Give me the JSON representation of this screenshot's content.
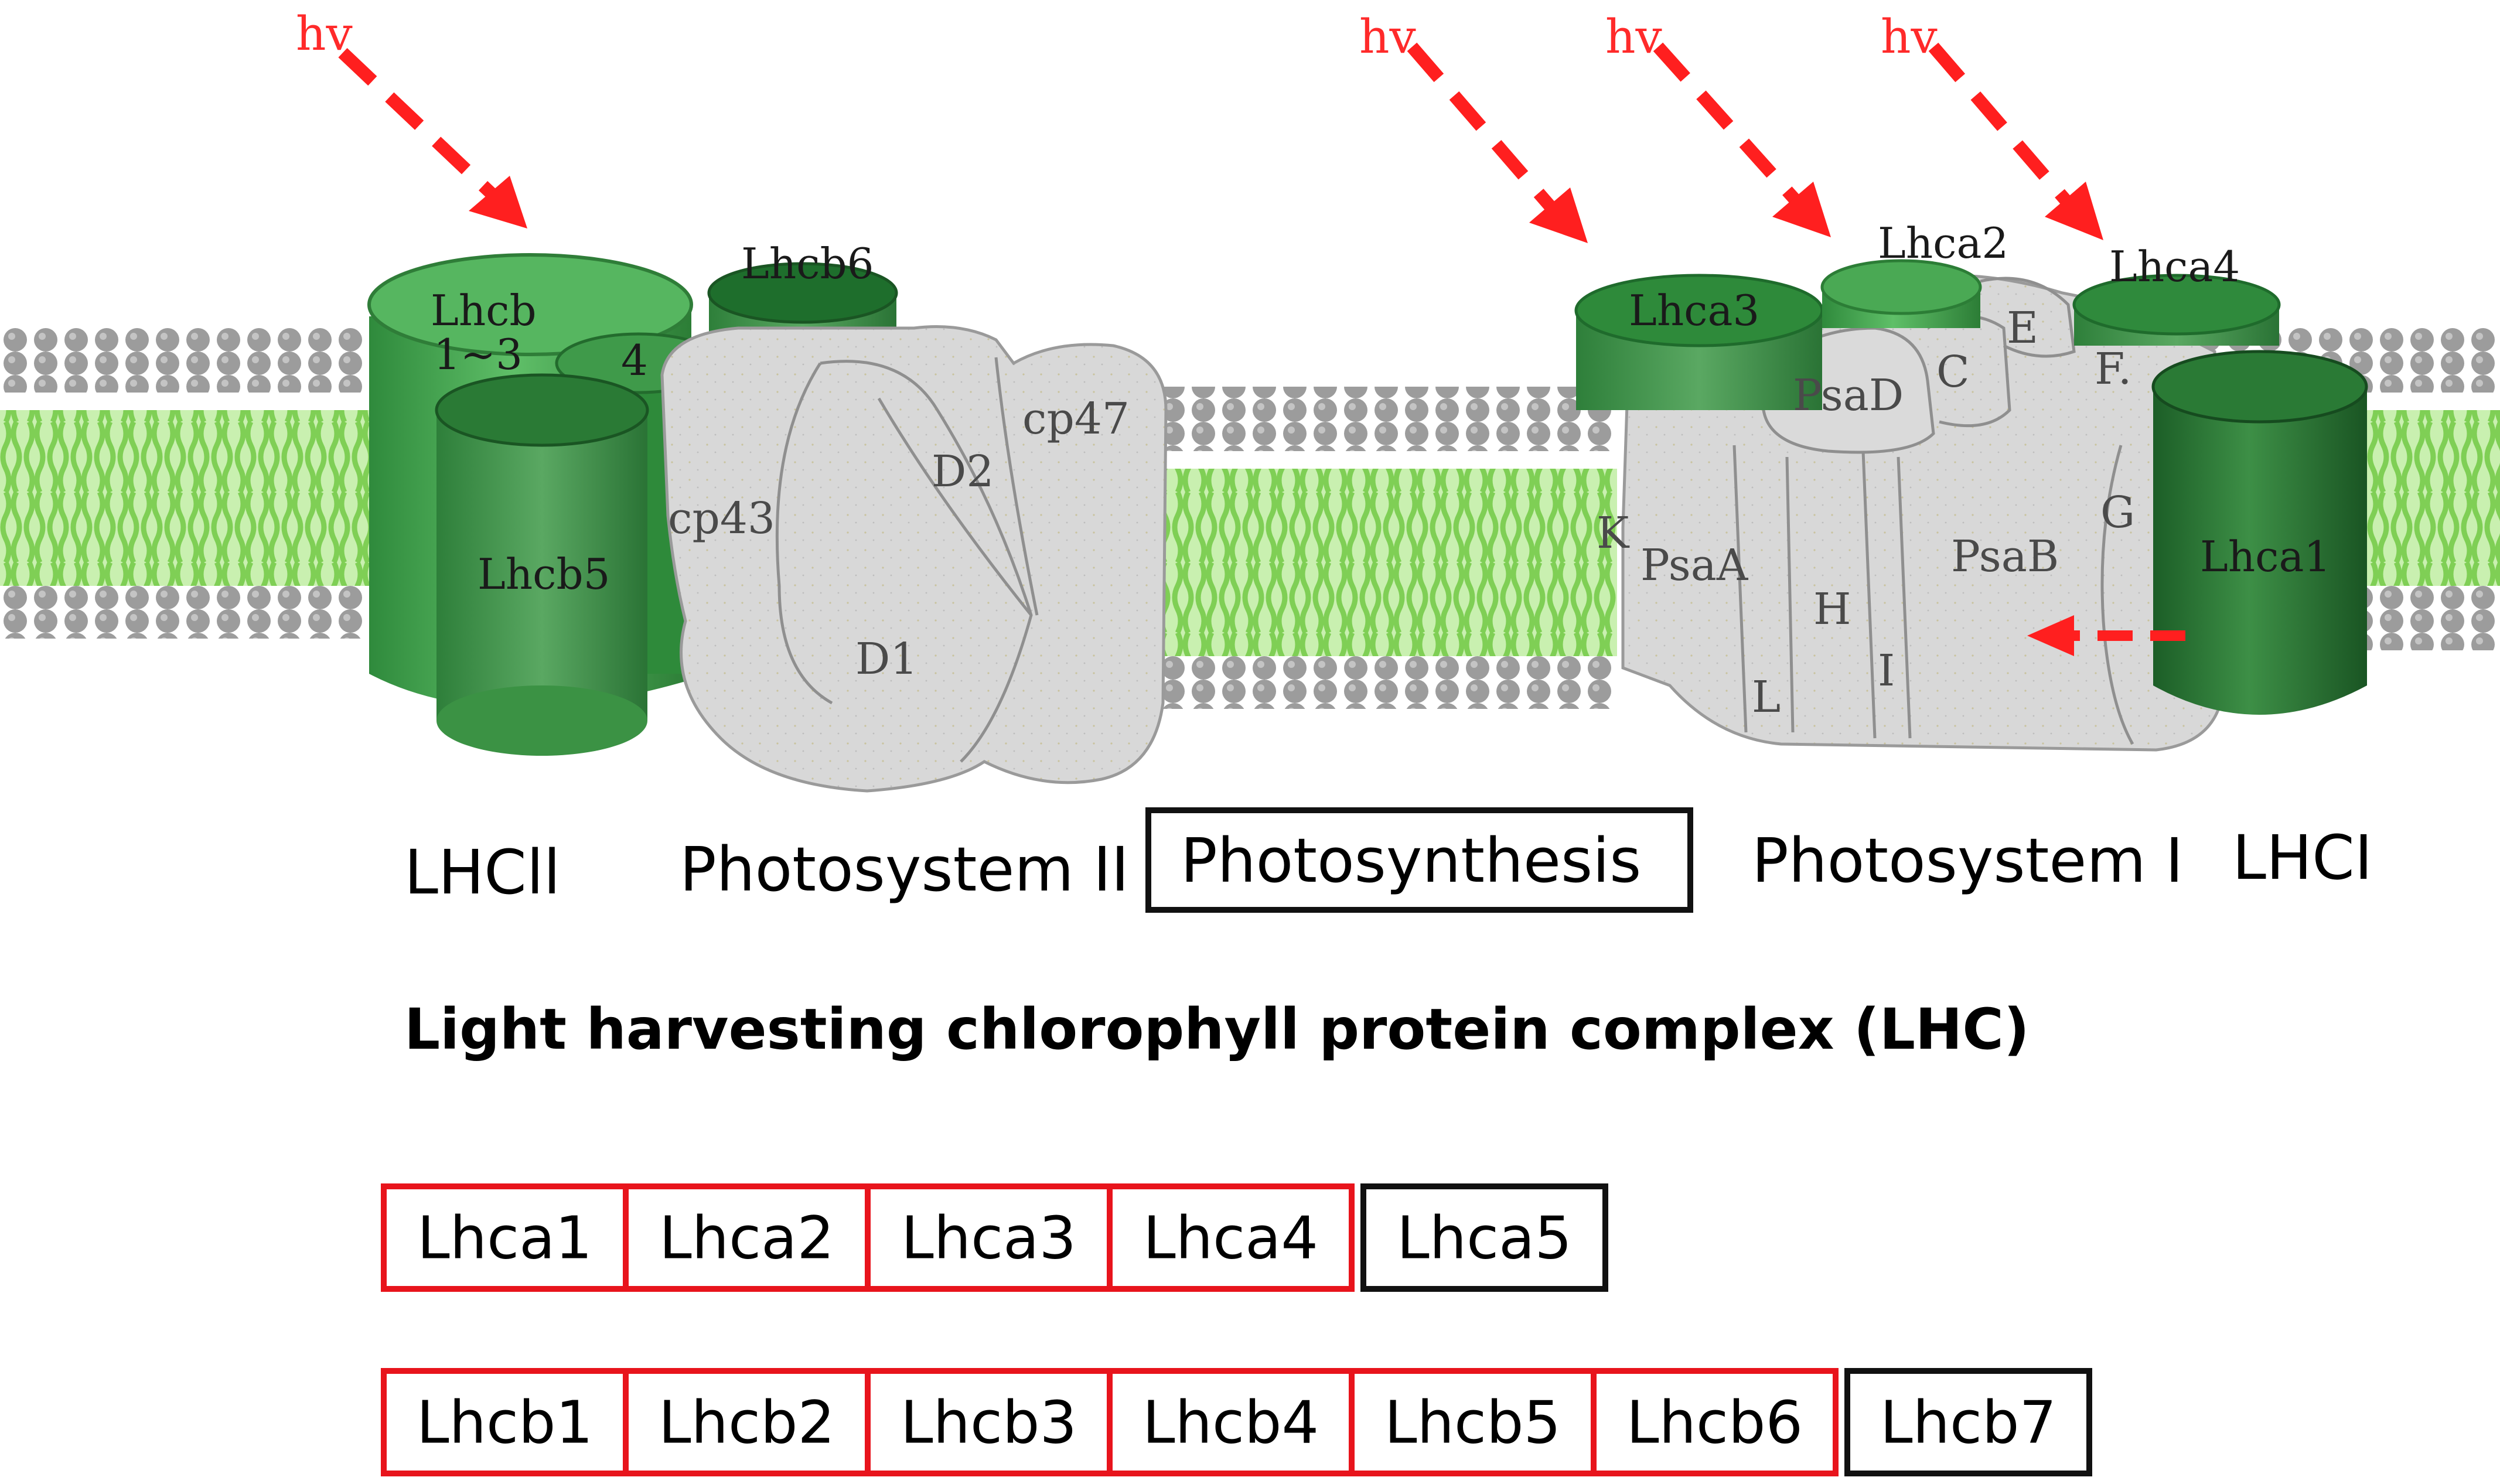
{
  "membrane_labels": {
    "hv": "hv",
    "lhcb13_line1": "Lhcb",
    "lhcb13_line2": "1~3",
    "lhcb4": "4",
    "lhcb5": "Lhcb5",
    "lhcb6": "Lhcb6",
    "cp43": "cp43",
    "cp47": "cp47",
    "d1": "D1",
    "d2": "D2",
    "lhca3": "Lhca3",
    "lhca2": "Lhca2",
    "lhca4": "Lhca4",
    "lhca1": "Lhca1",
    "psad": "PsaD",
    "psaa": "PsaA",
    "psab": "PsaB",
    "c": "C",
    "e": "E",
    "f": "F.",
    "g": "G",
    "h": "H",
    "i": "I",
    "k": "K",
    "l": "L"
  },
  "complex_labels": {
    "lhcii": "LHCll",
    "photosystem_ii": "Photosystem II",
    "photosynthesis": "Photosynthesis",
    "photosystem_i": "Photosystem I",
    "lhci": "LHCI"
  },
  "section_title": "Light harvesting chlorophyll protein complex (LHC)",
  "lhca_genes": [
    {
      "label": "Lhca1",
      "highlighted": true
    },
    {
      "label": "Lhca2",
      "highlighted": true
    },
    {
      "label": "Lhca3",
      "highlighted": true
    },
    {
      "label": "Lhca4",
      "highlighted": true
    },
    {
      "label": "Lhca5",
      "highlighted": false
    }
  ],
  "lhcb_genes": [
    {
      "label": "Lhcb1",
      "highlighted": true
    },
    {
      "label": "Lhcb2",
      "highlighted": true
    },
    {
      "label": "Lhcb3",
      "highlighted": true
    },
    {
      "label": "Lhcb4",
      "highlighted": true
    },
    {
      "label": "Lhcb5",
      "highlighted": true
    },
    {
      "label": "Lhcb6",
      "highlighted": true
    },
    {
      "label": "Lhcb7",
      "highlighted": false
    }
  ],
  "colors": {
    "highlight_border": "#e8141c",
    "normal_border": "#111111",
    "light_arrow": "#ff1f1f",
    "protein_fill": "#d9d9d9",
    "cylinder_green": "#3f9a4a",
    "dark_green": "#1f6f30",
    "lipid_head": "#9a9a9a",
    "lipid_tail": "#8fd36b"
  }
}
